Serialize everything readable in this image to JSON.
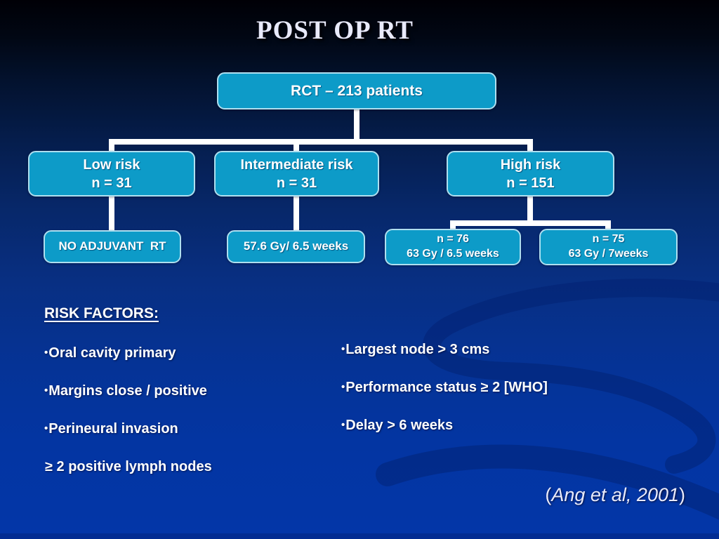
{
  "title": "POST OP RT",
  "flowchart": {
    "root": {
      "label": "RCT – 213 patients"
    },
    "low": {
      "line1": "Low risk",
      "line2": "n = 31"
    },
    "intermediate": {
      "line1": "Intermediate risk",
      "line2": "n = 31"
    },
    "high": {
      "line1": "High risk",
      "line2": "n = 151"
    },
    "low_child": {
      "line1": "NO ADJUVANT  RT"
    },
    "intermediate_child": {
      "line1": "57.6 Gy/ 6.5 weeks"
    },
    "high_child_1": {
      "line1": "n = 76",
      "line2": "63 Gy / 6.5 weeks"
    },
    "high_child_2": {
      "line1": "n = 75",
      "line2": "63 Gy / 7weeks"
    }
  },
  "risk_factors": {
    "heading": "RISK FACTORS:",
    "bullet": "•",
    "left_items": [
      "Oral cavity primary",
      "Margins close / positive",
      "Perineural invasion",
      "≥ 2 positive lymph nodes"
    ],
    "right_items": [
      "Largest node > 3 cms",
      "Performance status ≥ 2 [WHO]",
      "Delay > 6 weeks"
    ]
  },
  "citation": {
    "open_paren": "(",
    "text": "Ang et al, 2001",
    "close_paren": ")"
  },
  "colors": {
    "node_fill": "#0d9bc8",
    "node_border": "#aedff0",
    "connector": "#ffffff",
    "background_top": "#000006",
    "background_bottom": "#0336a8",
    "text": "#ffffff",
    "title_text": "#e9eafb"
  }
}
